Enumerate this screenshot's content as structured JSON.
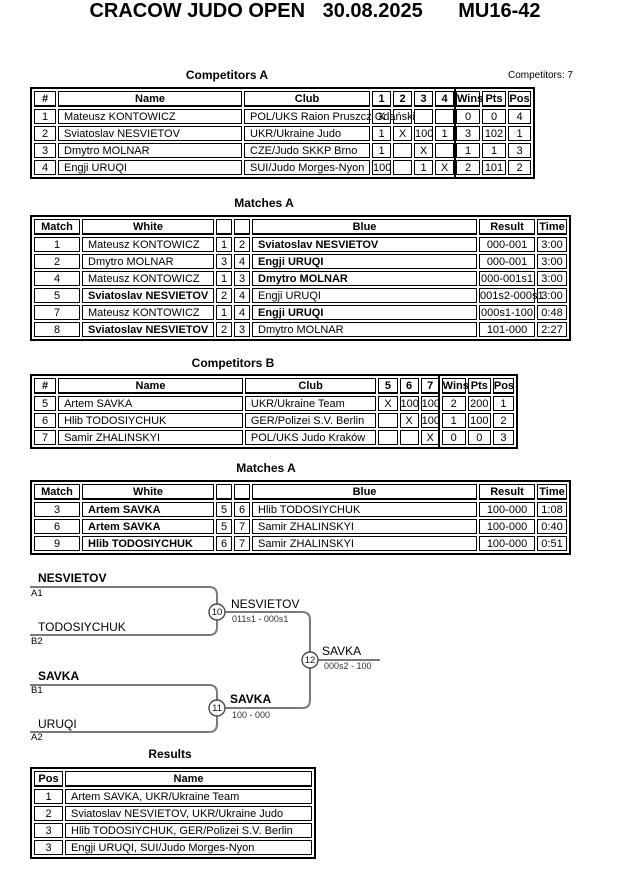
{
  "header": {
    "title_event": "CRACOW JUDO OPEN",
    "title_date": "30.08.2025",
    "title_category": "MU16-42",
    "competitors_count": "Competitors: 7"
  },
  "section_titles": {
    "competitors_a": "Competitors A",
    "matches_a": "Matches A",
    "competitors_b": "Competitors B",
    "matches_b": "Matches A",
    "results": "Results"
  },
  "competitors_a": {
    "headers": [
      "#",
      "Name",
      "Club",
      "1",
      "2",
      "3",
      "4",
      "Wins",
      "Pts",
      "Pos"
    ],
    "rows": [
      {
        "num": "1",
        "name": "Mateusz KONTOWICZ",
        "club": "POL/UKS Raion Pruszcz Gdański",
        "c1": "X",
        "c2": "",
        "c3": "",
        "c4": "",
        "wins": "0",
        "pts": "0",
        "pos": "4"
      },
      {
        "num": "2",
        "name": "Sviatoslav NESVIETOV",
        "club": "UKR/Ukraine Judo",
        "c1": "1",
        "c2": "X",
        "c3": "100",
        "c4": "1",
        "wins": "3",
        "pts": "102",
        "pos": "1"
      },
      {
        "num": "3",
        "name": "Dmytro MOLNAR",
        "club": "CZE/Judo SKKP Brno",
        "c1": "1",
        "c2": "",
        "c3": "X",
        "c4": "",
        "wins": "1",
        "pts": "1",
        "pos": "3"
      },
      {
        "num": "4",
        "name": "Engji URUQI",
        "club": "SUI/Judo Morges-Nyon",
        "c1": "100",
        "c2": "",
        "c3": "1",
        "c4": "X",
        "wins": "2",
        "pts": "101",
        "pos": "2"
      }
    ]
  },
  "matches_a": {
    "headers": [
      "Match",
      "White",
      "",
      "",
      "Blue",
      "Result",
      "Time"
    ],
    "rows": [
      {
        "num": "1",
        "white": "Mateusz KONTOWICZ",
        "ws": "1",
        "bs": "2",
        "blue": "Sviatoslav NESVIETOV",
        "result": "000-001",
        "time": "3:00"
      },
      {
        "num": "2",
        "white": "Dmytro MOLNAR",
        "ws": "3",
        "bs": "4",
        "blue": "Engji URUQI",
        "result": "000-001",
        "time": "3:00"
      },
      {
        "num": "4",
        "white": "Mateusz KONTOWICZ",
        "ws": "1",
        "bs": "3",
        "blue": "Dmytro MOLNAR",
        "result": "000-001s1",
        "time": "3:00"
      },
      {
        "num": "5",
        "white": "Sviatoslav NESVIETOV",
        "ws": "2",
        "bs": "4",
        "blue": "Engji URUQI",
        "result": "001s2-000s1",
        "time": "3:00"
      },
      {
        "num": "7",
        "white": "Mateusz KONTOWICZ",
        "ws": "1",
        "bs": "4",
        "blue": "Engji URUQI",
        "result": "000s1-100",
        "time": "0:48"
      },
      {
        "num": "8",
        "white": "Sviatoslav NESVIETOV",
        "ws": "2",
        "bs": "3",
        "blue": "Dmytro MOLNAR",
        "result": "101-000",
        "time": "2:27"
      }
    ]
  },
  "competitors_b": {
    "headers": [
      "#",
      "Name",
      "Club",
      "5",
      "6",
      "7",
      "Wins",
      "Pts",
      "Pos"
    ],
    "rows": [
      {
        "num": "5",
        "name": "Artem SAVKA",
        "club": "UKR/Ukraine Team",
        "c5": "X",
        "c6": "100",
        "c7": "100",
        "wins": "2",
        "pts": "200",
        "pos": "1"
      },
      {
        "num": "6",
        "name": "Hlib TODOSIYCHUK",
        "club": "GER/Polizei S.V. Berlin",
        "c5": "",
        "c6": "X",
        "c7": "100",
        "wins": "1",
        "pts": "100",
        "pos": "2"
      },
      {
        "num": "7",
        "name": "Samir ZHALINSKYI",
        "club": "POL/UKS Judo Kraków",
        "c5": "",
        "c6": "",
        "c7": "X",
        "wins": "0",
        "pts": "0",
        "pos": "3"
      }
    ]
  },
  "matches_b": {
    "headers": [
      "Match",
      "White",
      "",
      "",
      "Blue",
      "Result",
      "Time"
    ],
    "rows": [
      {
        "num": "3",
        "white": "Artem SAVKA",
        "ws": "5",
        "bs": "6",
        "blue": "Hlib TODOSIYCHUK",
        "result": "100-000",
        "time": "1:08"
      },
      {
        "num": "6",
        "white": "Artem SAVKA",
        "ws": "5",
        "bs": "7",
        "blue": "Samir ZHALINSKYI",
        "result": "100-000",
        "time": "0:40"
      },
      {
        "num": "9",
        "white": "Hlib TODOSIYCHUK",
        "ws": "6",
        "bs": "7",
        "blue": "Samir ZHALINSKYI",
        "result": "100-000",
        "time": "0:51"
      }
    ]
  },
  "bracket": {
    "entrants": [
      {
        "label": "NESVIETOV",
        "seed": "A1"
      },
      {
        "label": "TODOSIYCHUK",
        "seed": "B2"
      },
      {
        "label": "SAVKA",
        "seed": "B1"
      },
      {
        "label": "URUQI",
        "seed": "A2"
      }
    ],
    "match10": {
      "number": "10",
      "winner": "NESVIETOV",
      "result": "011s1 - 000s1"
    },
    "match11": {
      "number": "11",
      "winner": "SAVKA",
      "result": "100 - 000"
    },
    "match12": {
      "number": "12",
      "winner": "SAVKA",
      "result": "000s2 - 100"
    },
    "line_color": "#7a7a7a"
  },
  "results": {
    "headers": [
      "Pos",
      "Name"
    ],
    "rows": [
      {
        "pos": "1",
        "name": "Artem SAVKA, UKR/Ukraine Team"
      },
      {
        "pos": "2",
        "name": "Sviatoslav NESVIETOV, UKR/Ukraine Judo"
      },
      {
        "pos": "3",
        "name": "Hlib TODOSIYCHUK, GER/Polizei S.V. Berlin"
      },
      {
        "pos": "3",
        "name": "Engji URUQI, SUI/Judo Morges-Nyon"
      }
    ]
  }
}
